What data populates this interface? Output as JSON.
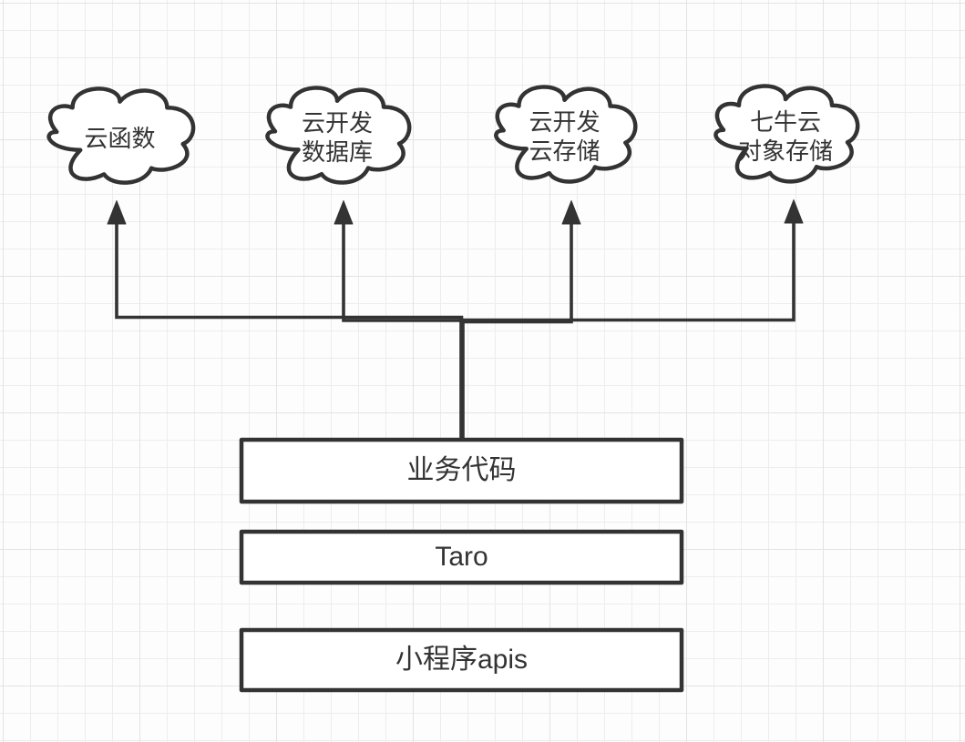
{
  "diagram": {
    "clouds": [
      {
        "lines": [
          "云函数"
        ]
      },
      {
        "lines": [
          "云开发",
          "数据库"
        ]
      },
      {
        "lines": [
          "云开发",
          "云存储"
        ]
      },
      {
        "lines": [
          "七牛云",
          "对象存储"
        ]
      }
    ],
    "boxes": [
      {
        "label": "业务代码"
      },
      {
        "label": "Taro"
      },
      {
        "label": "小程序apis"
      }
    ],
    "connections": [
      {
        "from": "业务代码",
        "to": "云函数",
        "arrow": "up"
      },
      {
        "from": "业务代码",
        "to": "云开发 数据库",
        "arrow": "up"
      },
      {
        "from": "业务代码",
        "to": "云开发 云存储",
        "arrow": "up"
      },
      {
        "from": "业务代码",
        "to": "七牛云 对象存储",
        "arrow": "up"
      }
    ],
    "colors": {
      "stroke": "#333333",
      "text": "#333333",
      "shape_fill": "#ffffff",
      "background": "#fdfdfd",
      "grid_minor": "#ededed",
      "grid_major": "#e3e3e3"
    }
  }
}
